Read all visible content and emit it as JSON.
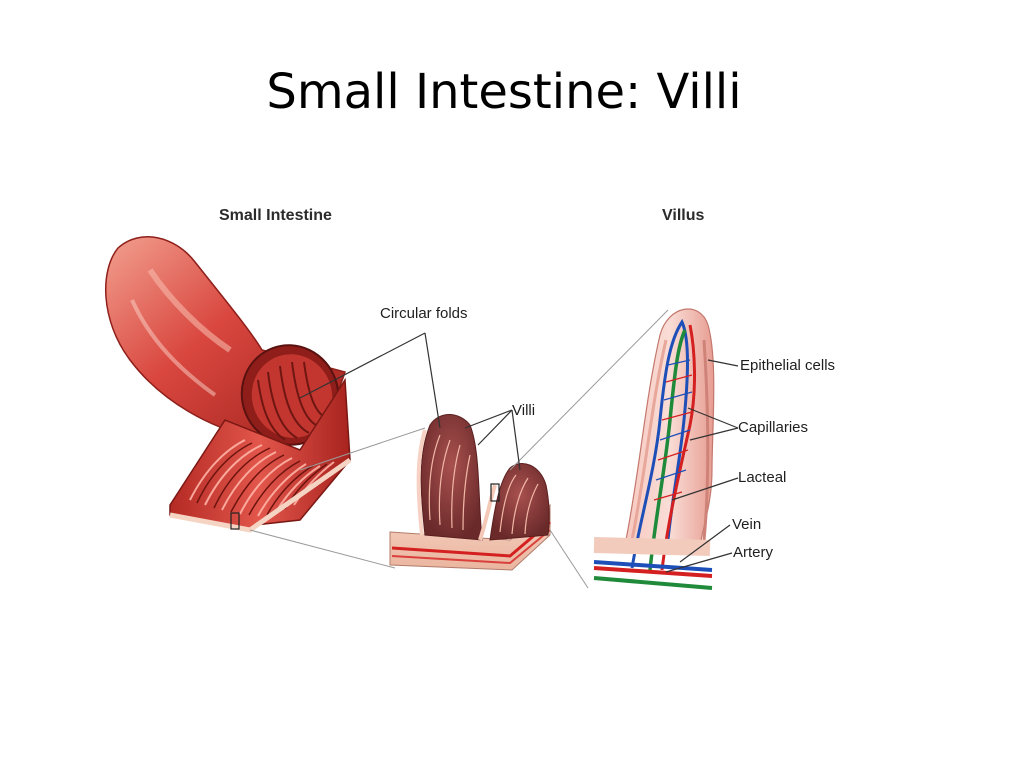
{
  "slide": {
    "title": "Small Intestine: Villi"
  },
  "figure": {
    "headings": {
      "small_intestine": "Small Intestine",
      "villus": "Villus"
    },
    "labels": {
      "circular_folds": "Circular folds",
      "villi": "Villi",
      "epithelial_cells": "Epithelial cells",
      "capillaries": "Capillaries",
      "lacteal": "Lacteal",
      "vein": "Vein",
      "artery": "Artery"
    },
    "colors": {
      "tissue": "#d9473f",
      "tissue_dark": "#a8231f",
      "tissue_light": "#f08a7a",
      "mucosa": "#f3b8a8",
      "vein": "#1e4fb8",
      "artery": "#d42020",
      "lacteal": "#1f8a3a",
      "leader": "#333333"
    }
  }
}
